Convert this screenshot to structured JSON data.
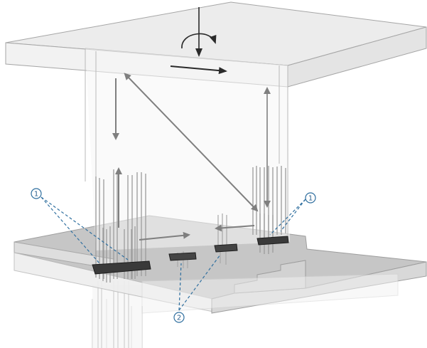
{
  "callouts": {
    "left": "1",
    "right": "1",
    "bottom": "2"
  },
  "colors": {
    "slab_top": "#c6c6c6",
    "slab_side": "#e6e6e6",
    "ceiling_top": "#ececec",
    "ceiling_side": "#f3f3f3",
    "outline": "#b0b0b0",
    "arrow": "#7f7f7f",
    "arrow_dark": "#2a2a2a",
    "callout": "#2f6f9f",
    "connector": "#3a3a3a",
    "rebar": "#9c9c9c"
  },
  "icons": {
    "moment": "curved-arrow-icon",
    "force": "straight-arrow-icon"
  }
}
